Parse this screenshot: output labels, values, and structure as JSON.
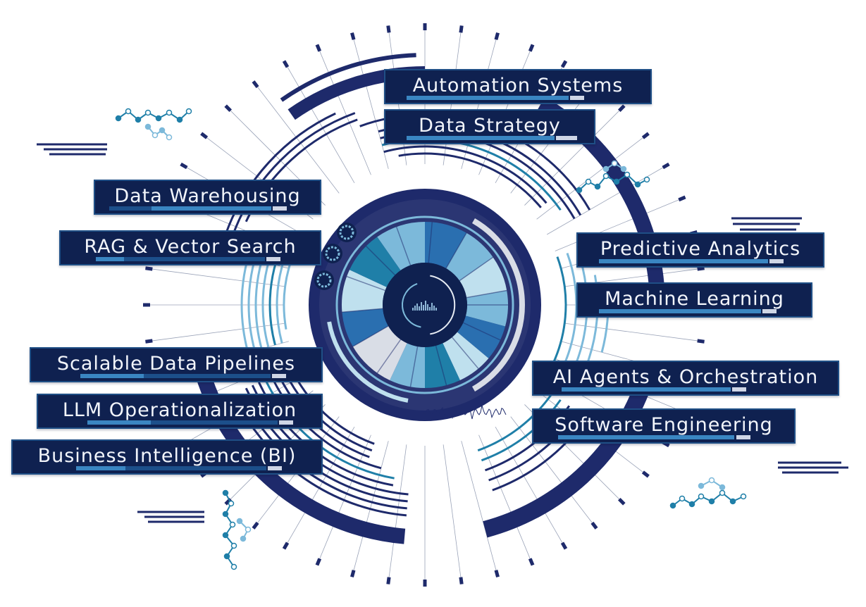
{
  "colors": {
    "navy": "#1e2a6b",
    "dark_navy": "#0f2150",
    "blue": "#2a6fb0",
    "teal": "#1f7fa8",
    "light_blue": "#7cb9da",
    "pale_blue": "#bfe0ee",
    "gray": "#d9dde6"
  },
  "labels": {
    "automation": "Automation Systems",
    "strategy": "Data Strategy",
    "warehousing": "Data Warehousing",
    "rag": "RAG & Vector Search",
    "predictive": "Predictive Analytics",
    "ml": "Machine Learning",
    "pipelines": "Scalable Data Pipelines",
    "agents": "AI Agents & Orchestration",
    "llmops": "LLM Operationalization",
    "software": "Software Engineering",
    "bi": "Business Intelligence (BI)"
  }
}
